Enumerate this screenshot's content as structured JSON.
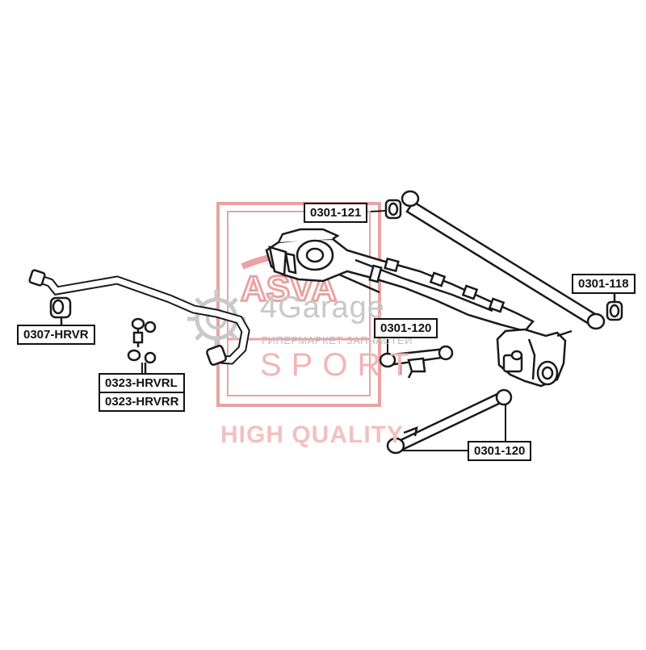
{
  "watermark": {
    "brand_text": "4Garage",
    "tagline": "ГИПЕРМАРКЕТ ЗАПЧАСТЕЙ",
    "sport_text": "SPORT",
    "quality_text": "HIGH QUALITY",
    "logo_letters": "ASVA",
    "accent_color": "#e8a0a0"
  },
  "diagram": {
    "line_color": "#1a1a1a",
    "part_labels": [
      {
        "id": "stabilizer-bushing",
        "codes": [
          "0307-HRVR"
        ]
      },
      {
        "id": "stabilizer-link",
        "codes": [
          "0323-HRVRL",
          "0323-HRVRR"
        ]
      },
      {
        "id": "trailing-arm-bushing",
        "codes": [
          "0301-121"
        ]
      },
      {
        "id": "lateral-rod-bushing",
        "codes": [
          "0301-118"
        ]
      },
      {
        "id": "upper-arm-bushing",
        "codes": [
          "0301-120"
        ]
      },
      {
        "id": "lower-arm-bushing",
        "codes": [
          "0301-120"
        ]
      }
    ]
  }
}
